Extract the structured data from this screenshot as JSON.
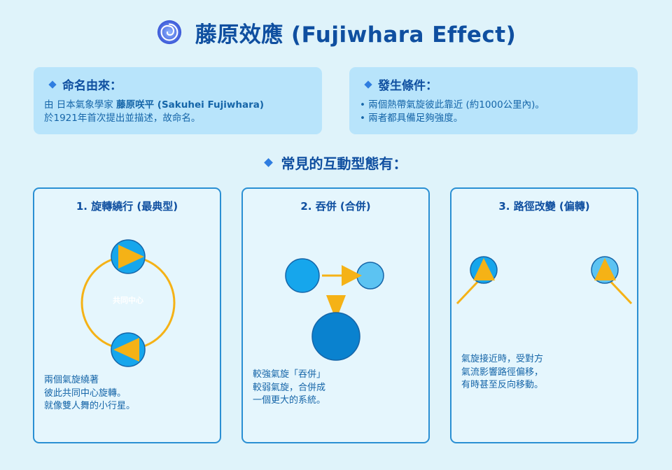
{
  "title": "藤原效應 (Fujiwhara Effect)",
  "naming": {
    "heading": "命名由來：",
    "line1_prefix": "由  日本氣象學家 ",
    "line1_name": "藤原咲平 (Sakuhei Fujiwhara)",
    "line2": "於1921年首次提出並描述，故命名。"
  },
  "conditions": {
    "heading": "發生條件：",
    "items": [
      "• 兩個熱帶氣旋彼此靠近 (約1000公里內)。",
      "• 兩者都具備足夠強度。"
    ]
  },
  "section_heading": "常見的互動型態有：",
  "cards": [
    {
      "title": "1. 旋轉繞行 (最典型)",
      "center_label": "共同中心",
      "desc": [
        "兩個氣旋繞著",
        "彼此共同中心旋轉。",
        "就像雙人舞的小行星。"
      ]
    },
    {
      "title": "2. 吞併 (合併)",
      "desc": [
        "較強氣旋「吞併」",
        "較弱氣旋，合併成",
        "一個更大的系統。"
      ]
    },
    {
      "title": "3. 路徑改變 (偏轉)",
      "desc": [
        "氣旋接近時，受對方",
        "氣流影響路徑偏移，",
        "有時甚至反向移動。"
      ]
    }
  ],
  "colors": {
    "cyclone_blue": "#16a6ec",
    "cyclone_light": "#5cc3f2",
    "cyclone_dark": "#0a82cf",
    "arrow_orange": "#f5b216",
    "title_blue": "#0f4fa0"
  }
}
